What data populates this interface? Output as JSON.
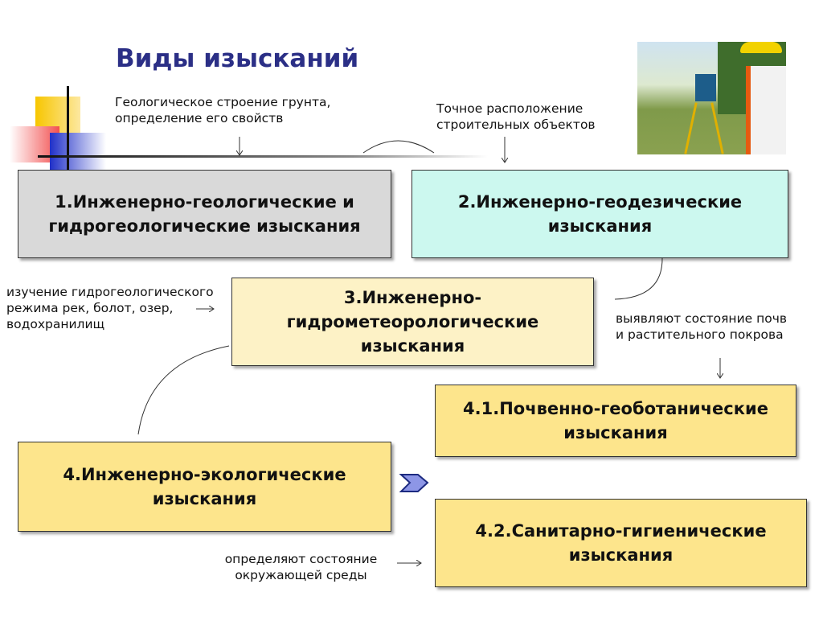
{
  "title": "Виды изысканий",
  "notes": {
    "geology": "Геологическое строение грунта, определение его свойств",
    "geodesy": "Точное расположение строительных объектов",
    "hydro": "изучение гидрогеологического режима рек, болот, озер, водохранилищ",
    "soil": "выявляют состояние почв и растительного покрова",
    "environment": "определяют состояние окружающей среды"
  },
  "boxes": {
    "b1": "1.Инженерно-геологические и гидрогеологические изыскания",
    "b2": "2.Инженерно-геодезические изыскания",
    "b3": "3.Инженерно-гидрометеорологические изыскания",
    "b4": "4.Инженерно-экологические изыскания",
    "b41": "4.1.Почвенно-геоботанические изыскания",
    "b42": "4.2.Санитарно-гигиенические изыскания"
  },
  "colors": {
    "gray": "#d9d9d9",
    "cyan": "#ccf8ef",
    "paleYellow": "#fdf2c6",
    "yellow": "#fde58c",
    "titleBlue": "#2b2f86"
  }
}
